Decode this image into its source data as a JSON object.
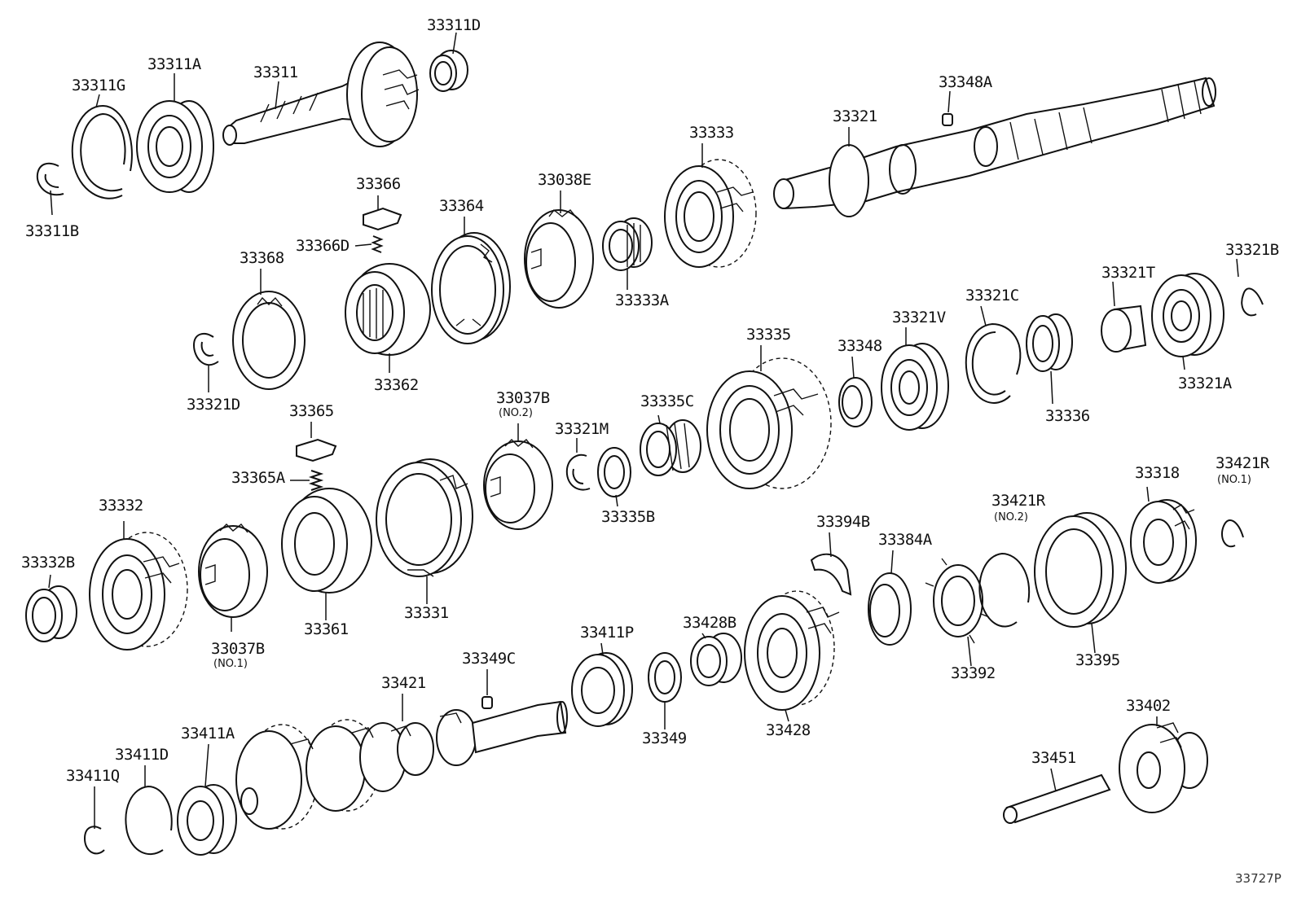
{
  "diagram_code": "33727P",
  "labels": {
    "l_33311D": "33311D",
    "l_33311A": "33311A",
    "l_33311": "33311",
    "l_33311G": "33311G",
    "l_33311B": "33311B",
    "l_33348A": "33348A",
    "l_33321": "33321",
    "l_33333": "33333",
    "l_33366": "33366",
    "l_33364": "33364",
    "l_33038E": "33038E",
    "l_33366D": "33366D",
    "l_33368": "33368",
    "l_33333A": "33333A",
    "l_33321B": "33321B",
    "l_33321T": "33321T",
    "l_33321C": "33321C",
    "l_33321V": "33321V",
    "l_33335": "33335",
    "l_33348": "33348",
    "l_33362": "33362",
    "l_33321D": "33321D",
    "l_33321A": "33321A",
    "l_33336": "33336",
    "l_33365": "33365",
    "l_33037B_no2": "33037B",
    "l_33335C": "33335C",
    "l_33321M": "33321M",
    "l_33365A": "33365A",
    "l_33421R_no1": "33421R",
    "l_33318": "33318",
    "l_33332": "33332",
    "l_33335B": "33335B",
    "l_33394B": "33394B",
    "l_33421R_no2": "33421R",
    "l_33332B": "33332B",
    "l_33384A": "33384A",
    "l_33331": "33331",
    "l_33361": "33361",
    "l_33037B_no1": "33037B",
    "l_33411P": "33411P",
    "l_33428B": "33428B",
    "l_33349C": "33349C",
    "l_33395": "33395",
    "l_33392": "33392",
    "l_33421": "33421",
    "l_33402": "33402",
    "l_33428": "33428",
    "l_33349": "33349",
    "l_33411A": "33411A",
    "l_33411D": "33411D",
    "l_33451": "33451",
    "l_33411Q": "33411Q"
  },
  "sublabels": {
    "s_33037B_no2": "(NO.2)",
    "s_33421R_no1": "(NO.1)",
    "s_33421R_no2": "(NO.2)",
    "s_33037B_no1": "(NO.1)"
  }
}
